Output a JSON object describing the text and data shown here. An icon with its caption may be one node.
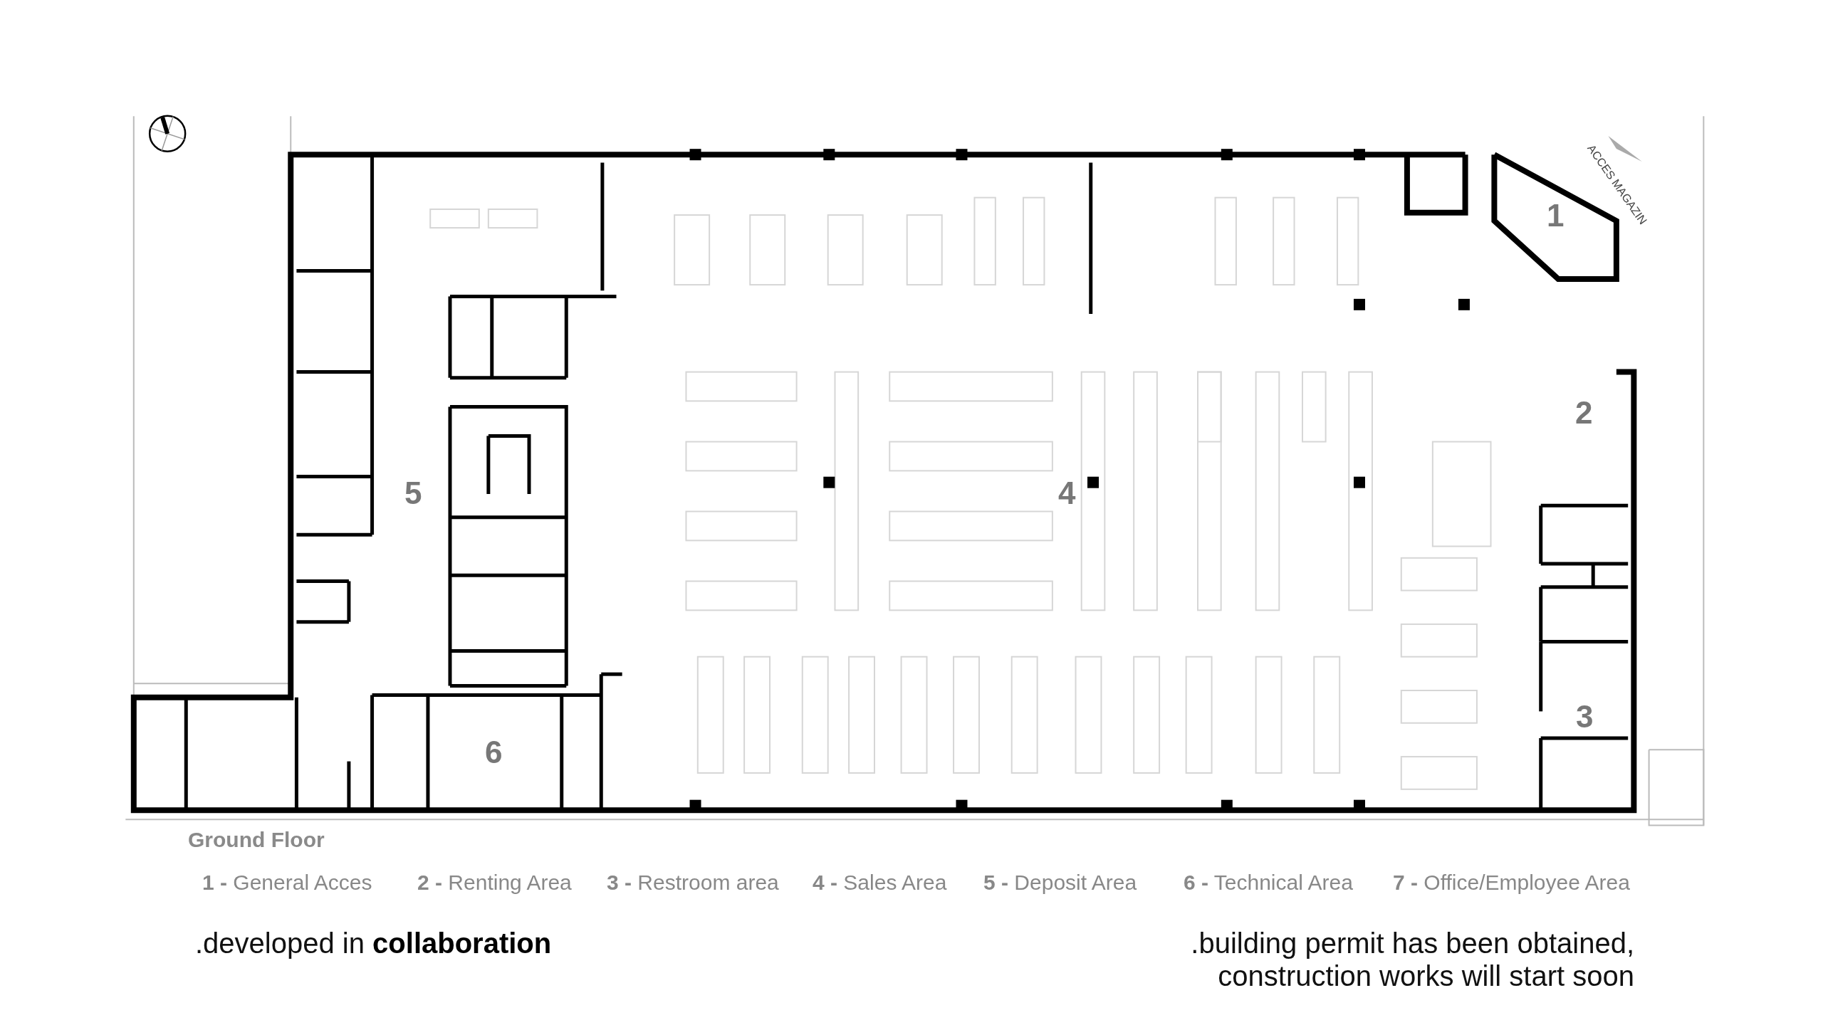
{
  "diagram": {
    "labels": [
      "ACCES MAGAZIN",
      "1",
      "2",
      "5",
      "4",
      "3",
      "6",
      "Ground Floor",
      "**1 -** General Acces",
      "**2 -** Renting Area",
      "**3 -** Restroom area",
      "**4 -** Sales Area",
      "**5 -** Deposit Area",
      "**6 -** Technical Area",
      "**7 -** Office/Employee Area",
      ".developed in **collaboration**",
      ".building permit has been obtained, construction works will start soon"
    ]
  }
}
